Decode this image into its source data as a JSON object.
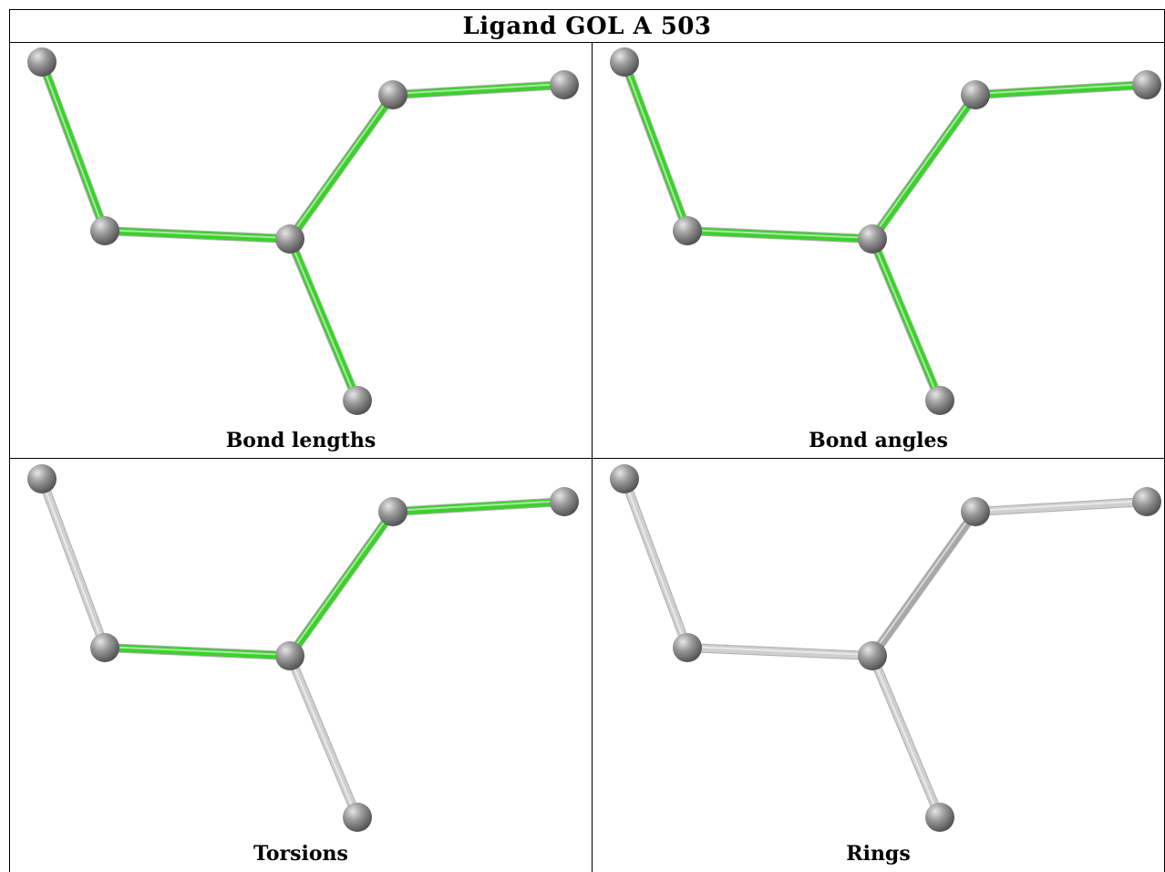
{
  "title": "Ligand GOL A 503",
  "panels": [
    {
      "caption": "Bond lengths",
      "bond_colors": [
        "#3ecf2e",
        "#3ecf2e",
        "#3ecf2e",
        "#3ecf2e",
        "#3ecf2e"
      ]
    },
    {
      "caption": "Bond angles",
      "bond_colors": [
        "#3ecf2e",
        "#3ecf2e",
        "#3ecf2e",
        "#3ecf2e",
        "#3ecf2e"
      ]
    },
    {
      "caption": "Torsions",
      "bond_colors": [
        "#cfcfcf",
        "#3ecf2e",
        "#3ecf2e",
        "#3ecf2e",
        "#cfcfcf"
      ]
    },
    {
      "caption": "Rings",
      "bond_colors": [
        "#cfcfcf",
        "#cfcfcf",
        "#a8a8a8",
        "#cfcfcf",
        "#cfcfcf"
      ]
    }
  ],
  "colors": {
    "atom": "#7a7a7a",
    "atom_highlight": "#e6e6e6",
    "green_bond": "#3ecf2e",
    "grey_bond": "#cfcfcf"
  }
}
